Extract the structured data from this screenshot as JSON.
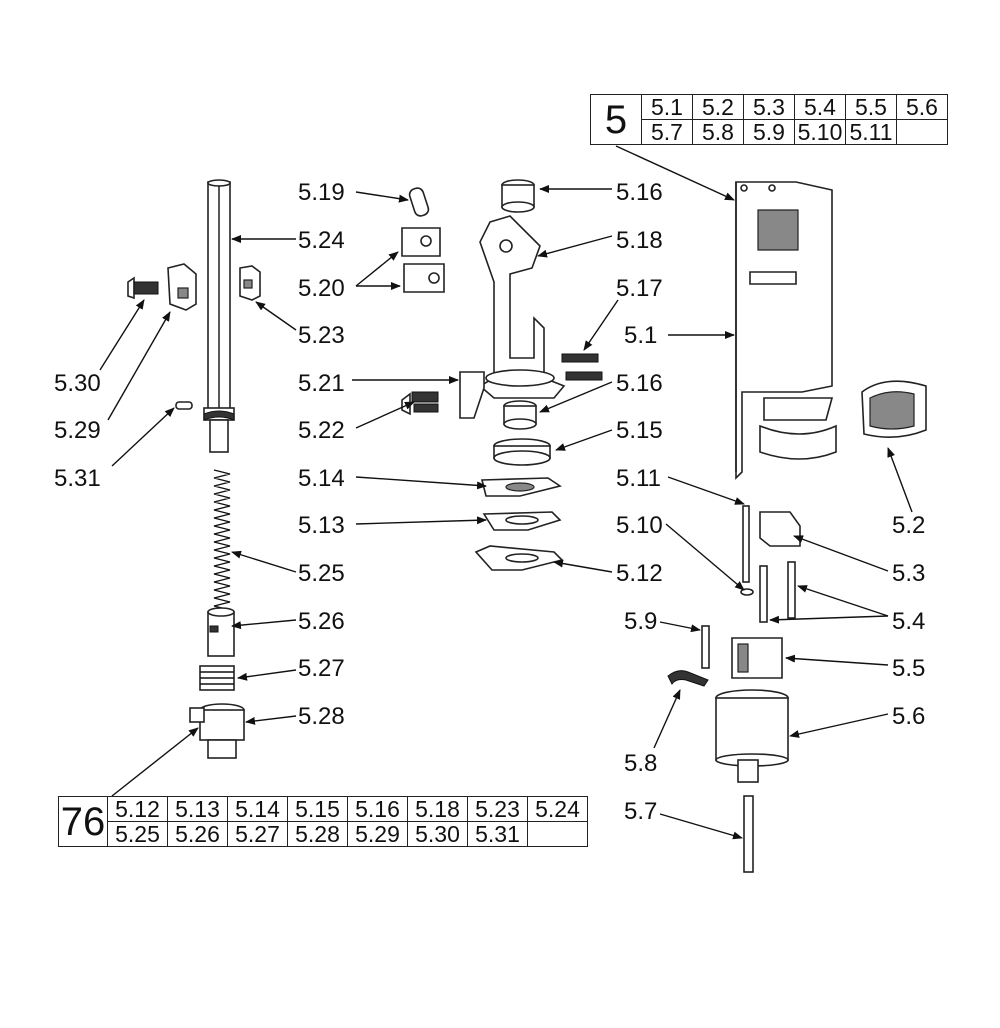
{
  "tables": {
    "top": {
      "group": "5",
      "rows": [
        [
          "5.1",
          "5.2",
          "5.3",
          "5.4",
          "5.5",
          "5.6"
        ],
        [
          "5.7",
          "5.8",
          "5.9",
          "5.10",
          "5.11",
          ""
        ]
      ]
    },
    "bottom": {
      "group": "76",
      "rows": [
        [
          "5.12",
          "5.13",
          "5.14",
          "5.15",
          "5.16",
          "5.18",
          "5.23",
          "5.24"
        ],
        [
          "5.25",
          "5.26",
          "5.27",
          "5.28",
          "5.29",
          "5.30",
          "5.31",
          ""
        ]
      ]
    }
  },
  "callouts": {
    "l_5_19": "5.19",
    "l_5_16a": "5.16",
    "l_5_24": "5.24",
    "l_5_18": "5.18",
    "l_5_20": "5.20",
    "l_5_17": "5.17",
    "l_5_23": "5.23",
    "l_5_1": "5.1",
    "l_5_30": "5.30",
    "l_5_21": "5.21",
    "l_5_16b": "5.16",
    "l_5_29": "5.29",
    "l_5_22": "5.22",
    "l_5_15": "5.15",
    "l_5_31": "5.31",
    "l_5_14": "5.14",
    "l_5_11": "5.11",
    "l_5_2": "5.2",
    "l_5_13": "5.13",
    "l_5_10": "5.10",
    "l_5_3": "5.3",
    "l_5_25": "5.25",
    "l_5_12": "5.12",
    "l_5_9": "5.9",
    "l_5_4": "5.4",
    "l_5_26": "5.26",
    "l_5_5": "5.5",
    "l_5_27": "5.27",
    "l_5_28": "5.28",
    "l_5_6": "5.6",
    "l_5_8": "5.8",
    "l_5_7": "5.7"
  }
}
